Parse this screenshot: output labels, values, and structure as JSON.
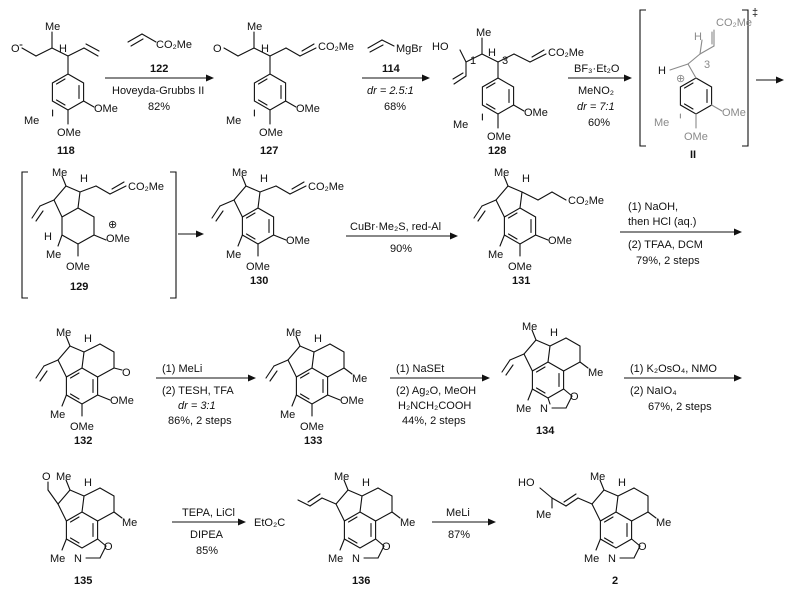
{
  "compounds": {
    "c118": "118",
    "c127": "127",
    "c128": "128",
    "cII": "II",
    "c129": "129",
    "c130": "130",
    "c131": "131",
    "c132": "132",
    "c133": "133",
    "c134": "134",
    "c135": "135",
    "c136": "136",
    "c2": "2"
  },
  "atoms": {
    "O": "O",
    "HO": "HO",
    "H": "H",
    "Me": "Me",
    "OMe": "OMe",
    "CO2Me": "CO₂Me",
    "EtO2C": "EtO₂C",
    "N": "N",
    "num1": "1",
    "num3": "3",
    "plus": "⊕",
    "dagger": "‡"
  },
  "steps": {
    "s1": {
      "reagent_num": "122",
      "cond1": "Hoveyda-Grubbs II",
      "cond2": "82%",
      "reagent_text": "CO₂Me"
    },
    "s2": {
      "reagent_num": "114",
      "reagent_text": "MgBr",
      "cond1": "dr = 2.5:1",
      "cond2": "68%"
    },
    "s3": {
      "cond0": "BF₃·Et₂O",
      "cond1": "MeNO₂",
      "cond2": "dr = 7:1",
      "cond3": "60%"
    },
    "s4": {
      "cond1": "CuBr·Me₂S, red-Al",
      "cond2": "90%"
    },
    "s5": {
      "cond1": "(1) NaOH,",
      "cond2": "then HCl (aq.)",
      "cond3": "(2) TFAA, DCM",
      "cond4": "79%, 2 steps"
    },
    "s6": {
      "cond1": "(1) MeLi",
      "cond2": "(2) TESH, TFA",
      "cond3": "dr = 3:1",
      "cond4": "86%, 2 steps"
    },
    "s7": {
      "cond1": "(1) NaSEt",
      "cond2": "(2) Ag₂O, MeOH",
      "cond3": "H₂NCH₂COOH",
      "cond4": "44%, 2 steps"
    },
    "s8": {
      "cond1": "(1) K₂OsO₄, NMO",
      "cond2": "(2) NaIO₄",
      "cond3": "67%, 2 steps"
    },
    "s9": {
      "cond1": "TEPA, LiCl",
      "cond2": "DIPEA",
      "cond3": "85%"
    },
    "s10": {
      "cond1": "MeLi",
      "cond2": "87%"
    }
  }
}
